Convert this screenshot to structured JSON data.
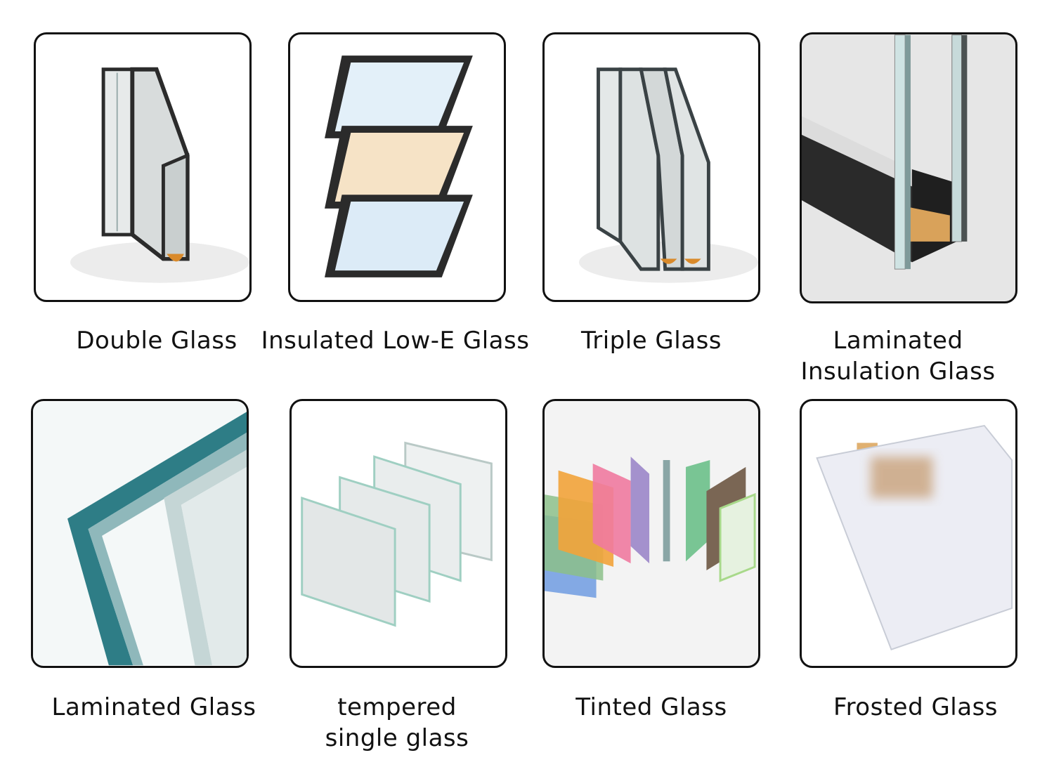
{
  "products": [
    {
      "label_lines": [
        "Double Glass"
      ],
      "icon": "double-glass-icon"
    },
    {
      "label_lines": [
        "Insulated Low-E Glass"
      ],
      "icon": "insulated-low-e-glass-icon"
    },
    {
      "label_lines": [
        "Triple Glass"
      ],
      "icon": "triple-glass-icon"
    },
    {
      "label_lines": [
        "Laminated",
        "Insulation Glass"
      ],
      "icon": "laminated-insulation-glass-icon"
    },
    {
      "label_lines": [
        "Laminated Glass"
      ],
      "icon": "laminated-glass-icon"
    },
    {
      "label_lines": [
        "tempered",
        "single glass"
      ],
      "icon": "tempered-single-glass-icon"
    },
    {
      "label_lines": [
        "Tinted Glass"
      ],
      "icon": "tinted-glass-icon"
    },
    {
      "label_lines": [
        "Frosted Glass"
      ],
      "icon": "frosted-glass-icon"
    }
  ],
  "colors": {
    "border": "#111111",
    "frame": "#2b2b2b",
    "spacer": "#d98a2b",
    "lowe_amber": "#f6e3c6",
    "lowe_blue": "#dcebf7",
    "laminated_teal": "#2e7d86",
    "tint_orange": "#f2a33a",
    "tint_pink": "#ef7aa0",
    "tint_purple": "#9b86c9",
    "tint_green": "#6cc08a",
    "tint_bronze": "#7a6654",
    "tint_blue": "#6e9be0"
  }
}
